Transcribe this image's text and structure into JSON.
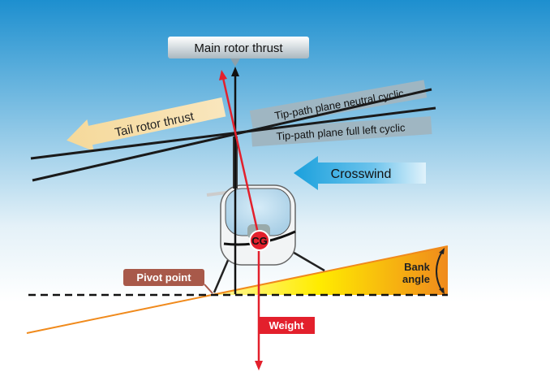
{
  "labels": {
    "main_rotor_thrust": "Main rotor thrust",
    "tail_rotor_thrust": "Tail rotor thrust",
    "tip_path_neutral": "Tip-path plane neutral cyclic",
    "tip_path_full_left": "Tip-path plane full left cyclic",
    "crosswind": "Crosswind",
    "cg": "CG",
    "pivot_point": "Pivot point",
    "bank_line1": "Bank",
    "bank_line2": "angle",
    "weight": "Weight"
  },
  "colors": {
    "sky": "#1d8fcf",
    "thrust_red": "#e3202c",
    "tail_yellow": "#f5d99a",
    "crosswind_blue": "#1aa0dc",
    "pivot_brown": "#a8594a",
    "ground_orange": "#f08a1c",
    "label_gray": "#9fb6c2"
  }
}
